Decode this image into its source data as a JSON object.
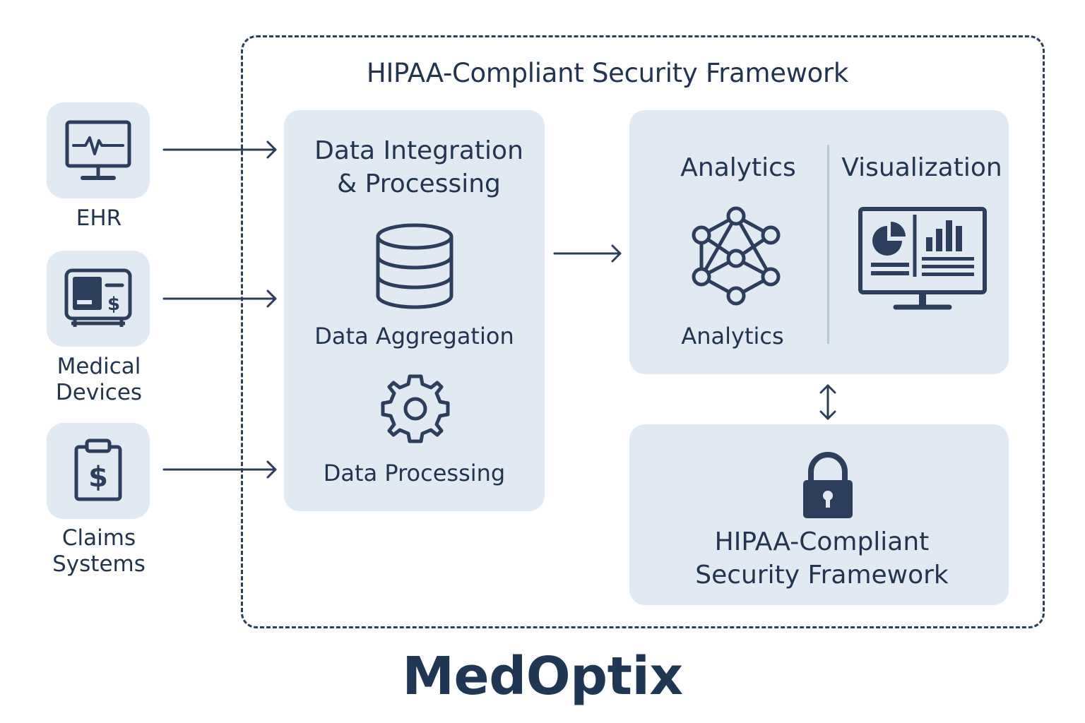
{
  "diagram": {
    "frame_title": "HIPAA-Compliant Security Framework",
    "brand": "MedOptix",
    "sources": [
      {
        "label": "EHR",
        "icon": "monitor-ecg-icon"
      },
      {
        "label": "Medical\nDevices",
        "icon": "medical-device-icon"
      },
      {
        "label": "Claims\nSystems",
        "icon": "clipboard-dollar-icon"
      }
    ],
    "integration": {
      "title": "Data Integration\n& Processing",
      "aggregation_label": "Data Aggregation",
      "processing_label": "Data Processing",
      "aggregation_icon": "database-icon",
      "processing_icon": "gear-icon"
    },
    "analytics": {
      "title": "Analytics",
      "sub_label": "Analytics",
      "icon": "network-graph-icon"
    },
    "visualization": {
      "title": "Visualization",
      "icon": "dashboard-monitor-icon"
    },
    "security": {
      "title": "HIPAA-Compliant\nSecurity Framework",
      "icon": "padlock-icon"
    },
    "colors": {
      "ink": "#2c3e5c",
      "panel_fill": "#e1e9f3",
      "brand": "#1f3654"
    }
  }
}
